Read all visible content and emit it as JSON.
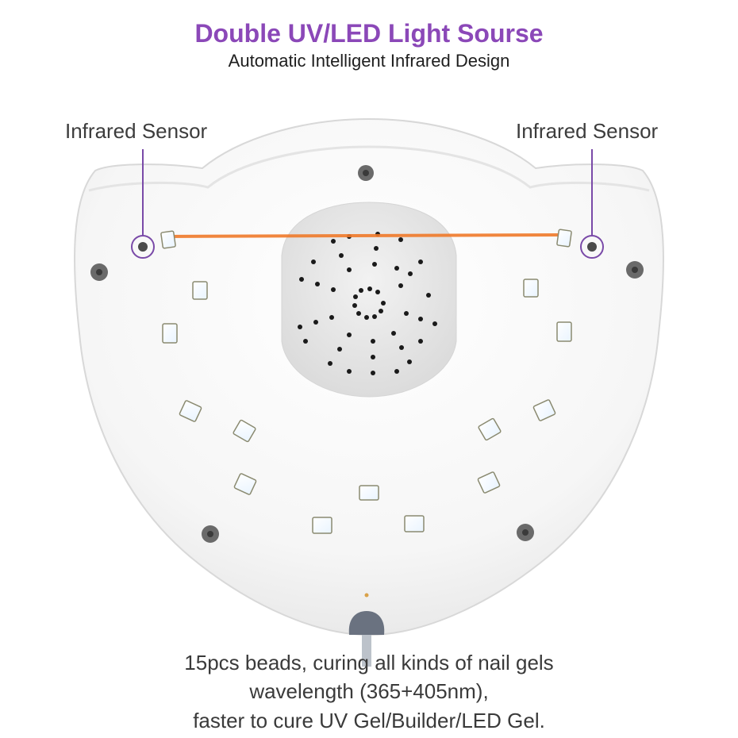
{
  "header": {
    "title": "Double UV/LED Light Sourse",
    "subtitle": "Automatic Intelligent Infrared Design"
  },
  "callouts": {
    "left_sensor": "Infrared Sensor",
    "right_sensor": "Infrared Sensor"
  },
  "caption": {
    "line1": "15pcs beads, curing all kinds of nail gels",
    "line2": "wavelength (365+405nm),",
    "line3": "faster to cure UV Gel/Builder/LED Gel."
  },
  "colors": {
    "title": "#8b48b8",
    "callout_line": "#7a4aa8",
    "infrared_beam": "#f07a2a",
    "lamp_body": "#f4f4f4"
  },
  "icons": [
    "screw-icon",
    "led-bead-icon",
    "infrared-sensor-icon",
    "fan-vent-icon"
  ]
}
